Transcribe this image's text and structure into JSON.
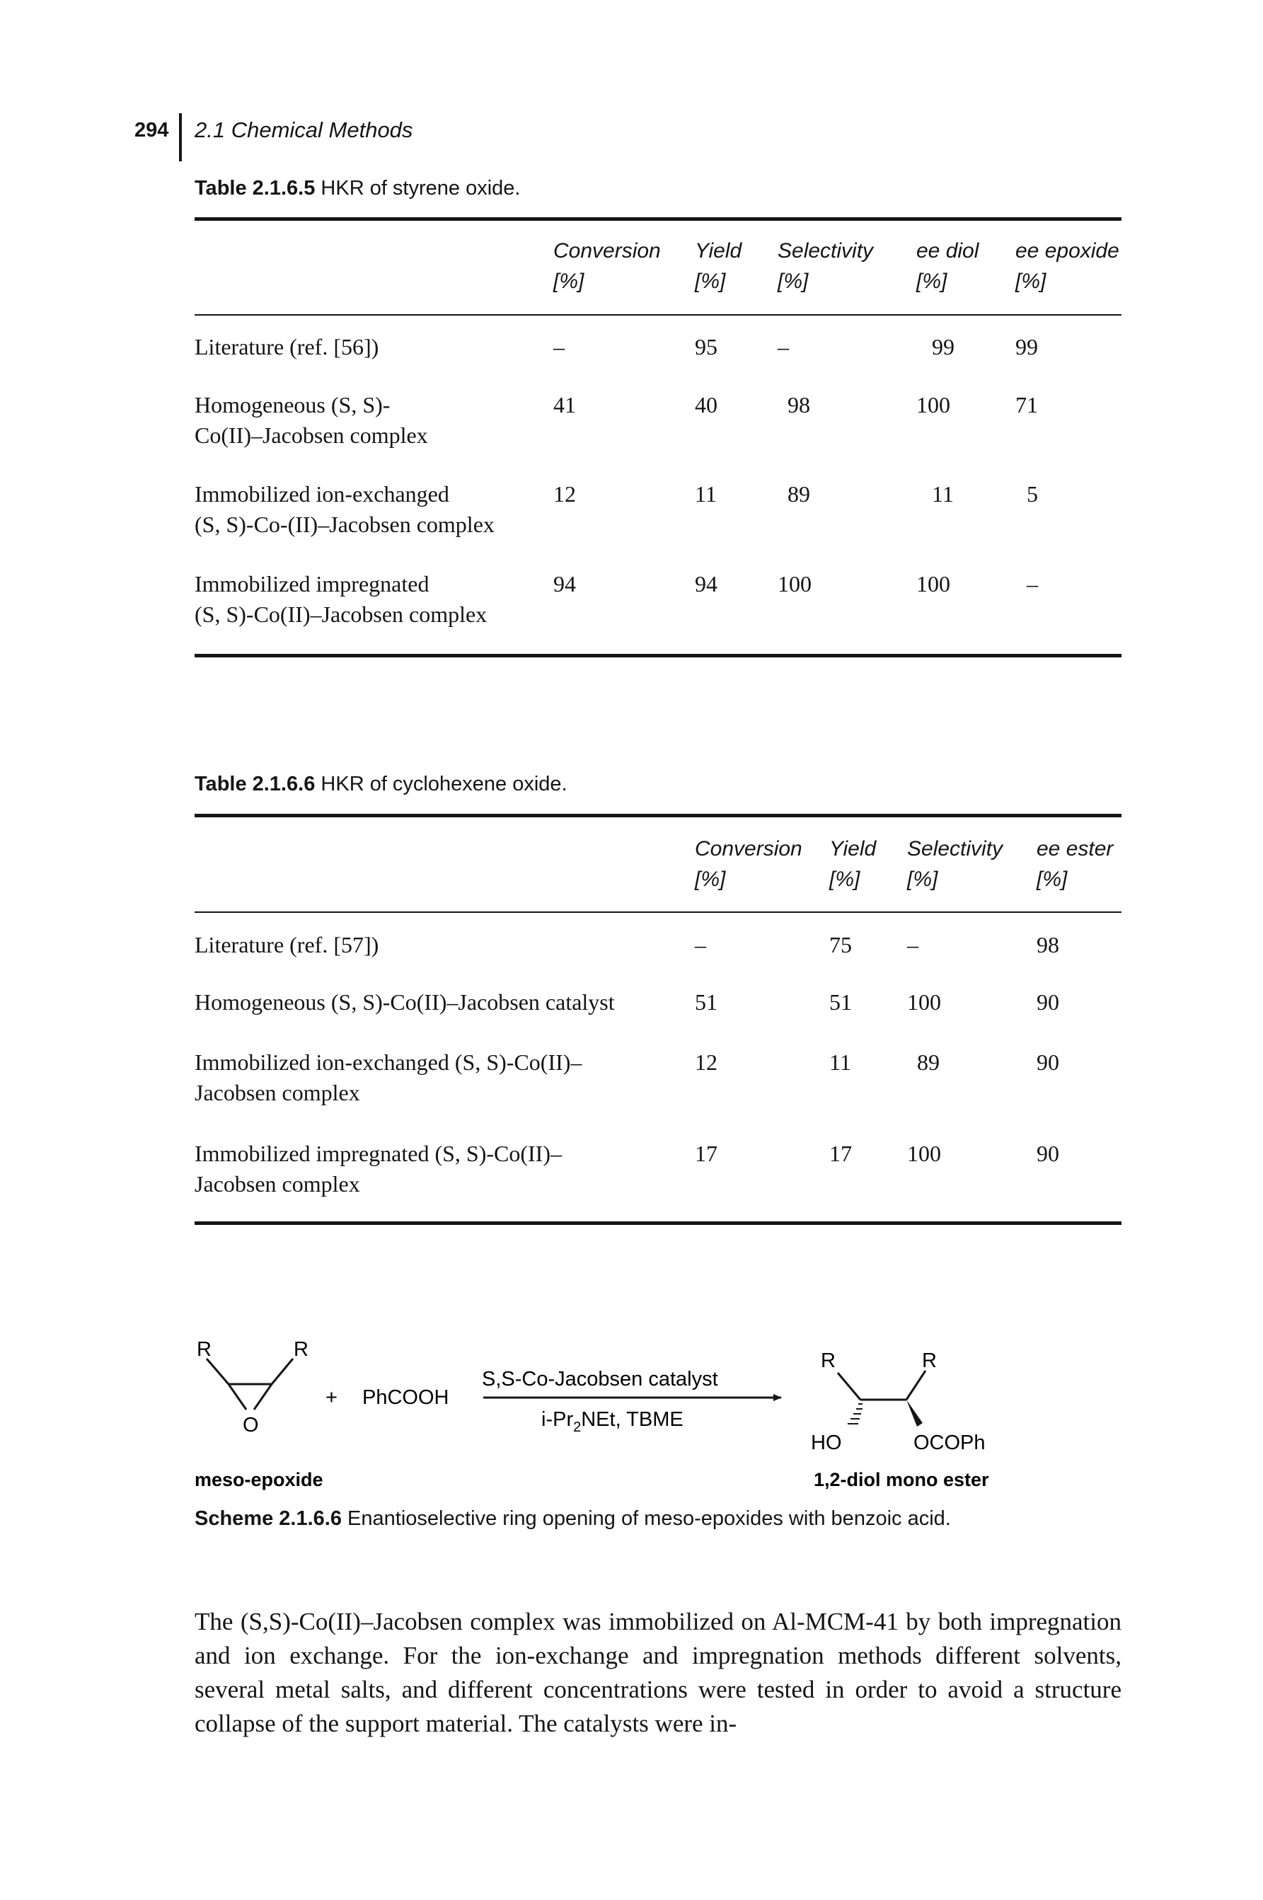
{
  "header": {
    "page_number": "294",
    "section": "2.1 Chemical Methods"
  },
  "table1": {
    "caption_label": "Table 2.1.6.5",
    "caption_text": "HKR of styrene oxide.",
    "columns": [
      {
        "name": "Conversion",
        "unit": "[%]"
      },
      {
        "name": "Yield",
        "unit": "[%]"
      },
      {
        "name": "Selectivity",
        "unit": "[%]"
      },
      {
        "name": "ee diol",
        "unit": "[%]"
      },
      {
        "name": "ee epoxide",
        "unit": "[%]"
      }
    ],
    "rows": [
      {
        "label": [
          "Literature (ref. [56])"
        ],
        "values": [
          "–",
          "95",
          "–",
          "99",
          "99"
        ]
      },
      {
        "label": [
          "Homogeneous (S, S)-",
          "Co(II)–Jacobsen complex"
        ],
        "values": [
          "41",
          "40",
          "98",
          "100",
          "71"
        ]
      },
      {
        "label": [
          "Immobilized ion-exchanged",
          "(S, S)-Co-(II)–Jacobsen complex"
        ],
        "values": [
          "12",
          "11",
          "89",
          "11",
          "5"
        ]
      },
      {
        "label": [
          "Immobilized impregnated",
          "(S, S)-Co(II)–Jacobsen complex"
        ],
        "values": [
          "94",
          "94",
          "100",
          "100",
          "–"
        ]
      }
    ]
  },
  "table2": {
    "caption_label": "Table 2.1.6.6",
    "caption_text": "HKR of cyclohexene oxide.",
    "columns": [
      {
        "name": "Conversion",
        "unit": "[%]"
      },
      {
        "name": "Yield",
        "unit": "[%]"
      },
      {
        "name": "Selectivity",
        "unit": "[%]"
      },
      {
        "name": "ee ester",
        "unit": "[%]"
      }
    ],
    "rows": [
      {
        "label": [
          "Literature (ref. [57])"
        ],
        "values": [
          "–",
          "75",
          "–",
          "98"
        ]
      },
      {
        "label": [
          "Homogeneous (S, S)-Co(II)–Jacobsen catalyst"
        ],
        "values": [
          "51",
          "51",
          "100",
          "90"
        ]
      },
      {
        "label": [
          "Immobilized ion-exchanged (S, S)-Co(II)–",
          "Jacobsen complex"
        ],
        "values": [
          "12",
          "11",
          "89",
          "90"
        ]
      },
      {
        "label": [
          "Immobilized impregnated (S, S)-Co(II)–",
          "Jacobsen complex"
        ],
        "values": [
          "17",
          "17",
          "100",
          "90"
        ]
      }
    ]
  },
  "scheme": {
    "r1": "R",
    "r2": "R",
    "oxygen": "O",
    "plus": "+",
    "reagent": "PhCOOH",
    "catalyst": "S,S-Co-Jacobsen catalyst",
    "conditions_pre": "i-Pr",
    "conditions_sub": "2",
    "conditions_post": "NEt, TBME",
    "p_r1": "R",
    "p_r2": "R",
    "p_ho": "HO",
    "p_ester": "OCOPh",
    "label_left": "meso-epoxide",
    "label_right": "1,2-diol mono ester",
    "caption_label": "Scheme 2.1.6.6",
    "caption_text": "Enantioselective ring opening of meso-epoxides with benzoic acid."
  },
  "body_text": "The (S,S)-Co(II)–Jacobsen complex was immobilized on Al-MCM-41 by both impregnation and ion exchange. For the ion-exchange and impregnation methods different solvents, several metal salts, and different concentrations were tested in order to avoid a structure collapse of the support material. The catalysts were in-"
}
